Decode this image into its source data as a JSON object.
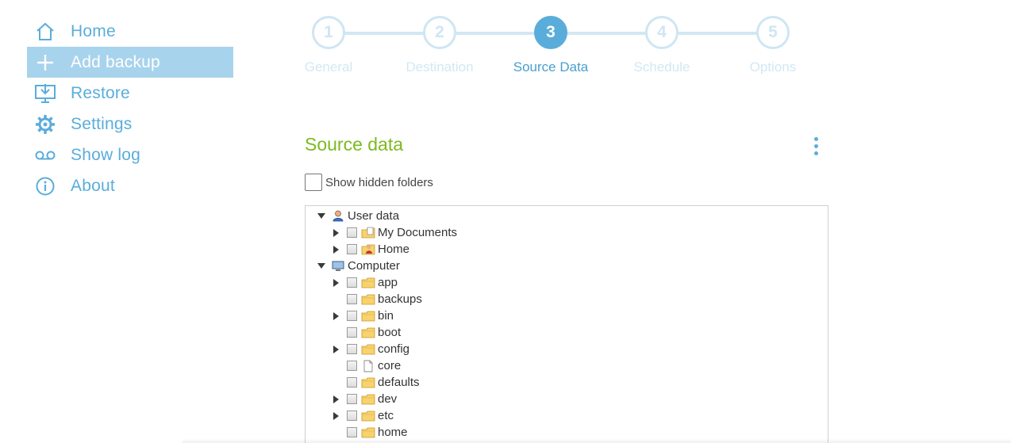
{
  "sidebar": {
    "items": [
      {
        "label": "Home",
        "icon": "home-icon",
        "active": false
      },
      {
        "label": "Add backup",
        "icon": "plus-icon",
        "active": true
      },
      {
        "label": "Restore",
        "icon": "restore-icon",
        "active": false
      },
      {
        "label": "Settings",
        "icon": "gear-icon",
        "active": false
      },
      {
        "label": "Show log",
        "icon": "log-icon",
        "active": false
      },
      {
        "label": "About",
        "icon": "info-icon",
        "active": false
      }
    ]
  },
  "stepper": {
    "steps": [
      {
        "number": "1",
        "label": "General"
      },
      {
        "number": "2",
        "label": "Destination"
      },
      {
        "number": "3",
        "label": "Source Data"
      },
      {
        "number": "4",
        "label": "Schedule"
      },
      {
        "number": "5",
        "label": "Options"
      }
    ],
    "active_step": 3
  },
  "section": {
    "title": "Source data",
    "show_hidden_label": "Show hidden folders"
  },
  "tree": {
    "user_data": {
      "label": "User data",
      "children": [
        "My Documents",
        "Home"
      ]
    },
    "computer": {
      "label": "Computer",
      "children": [
        "app",
        "backups",
        "bin",
        "boot",
        "config",
        "core",
        "defaults",
        "dev",
        "etc",
        "home"
      ]
    }
  },
  "colors": {
    "accent": "#5aaddb",
    "active_nav_bg": "#a8d3ec",
    "section_title": "#7cba1f",
    "inactive_step": "#d2e8f4"
  }
}
